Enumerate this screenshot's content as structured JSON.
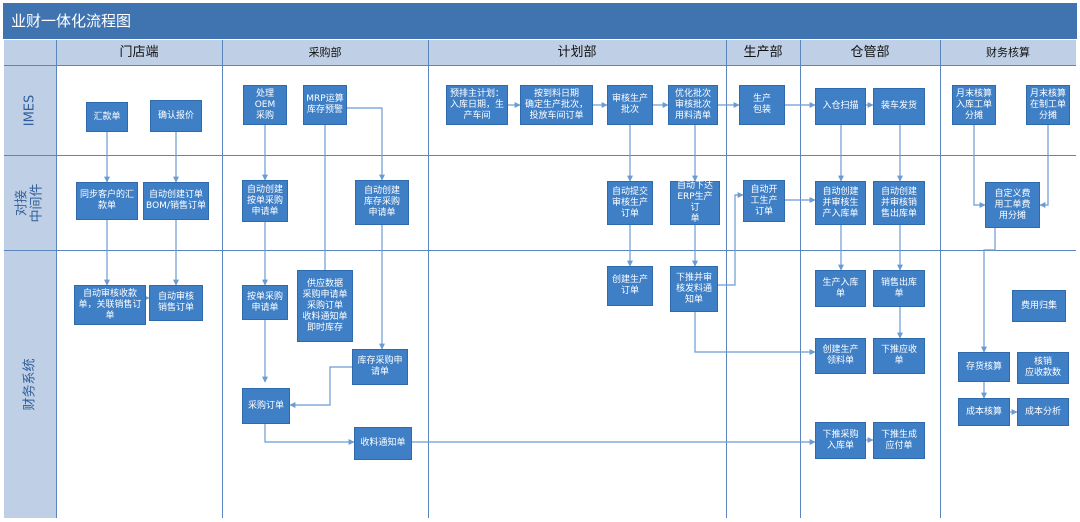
{
  "title": "业财一体化流程图",
  "columns": {
    "store": "门店端",
    "purchase": "采购部",
    "plan": "计划部",
    "production": "生产部",
    "warehouse": "仓管部",
    "finance": "财务核算"
  },
  "rows": {
    "imes": "IMES",
    "middleware": "对接\n中间件",
    "finance_system": "财务系统"
  },
  "nodes": {
    "huikuan": "汇款单",
    "quoting": "确认报价",
    "sync_remit": "同步客户的汇款单",
    "auto_create_order": "自动创建订单\nBOM/销售订单",
    "auto_audit_receipt": "自动审核收款单，关联销售订单",
    "auto_audit_sales": "自动审核\n销售订单",
    "oem": "处理OEM\n采购",
    "mrp": "MRP运算\n库存预警",
    "auto_req_order": "自动创建\n按单采购\n申请单",
    "auto_req_stock": "自动创建\n库存采购\n申请单",
    "by_order_req": "按单采购\n申请单",
    "supply_data": "供应数据\n采购申请单\n采购订单\n收料通知单\n即时库存",
    "stock_req": "库存采购申\n请单",
    "purchase_order": "采购订单",
    "receive_notice": "收料通知单",
    "master_plan": "预排主计划：\n入库日期，生\n产车间",
    "by_date": "按到料日期\n确定生产批次，\n投放车间订单",
    "audit_batch": "审核生产\n批次",
    "optimize": "优化批次\n审核批次\n用料清单",
    "auto_submit": "自动提交\n审核生产\n订单",
    "auto_dispatch": "自动下达\nERP生产订\n单",
    "create_prod_order": "创建生产\n订单",
    "push_issue": "下推并审\n核发料通\n知单",
    "prod_pack": "生产\n包装",
    "auto_open": "自动开\n工生产\n订单",
    "in_scan": "入仓扫描",
    "ship": "装车发货",
    "auto_prod_in": "自动创建\n并审核生\n产入库单",
    "auto_sales_out": "自动创建\n并审核销\n售出库单",
    "prod_in": "生产入库\n单",
    "sales_out": "销售出库\n单",
    "create_pick": "创建生产\n领料单",
    "push_receivable": "下推应收\n单",
    "push_purchase_in": "下推采购\n入库单",
    "push_payable": "下推生成\n应付单",
    "month_in": "月末核算\n入库工单\n分摊",
    "month_wip": "月末核算\n在制工单\n分摊",
    "custom_fee": "自定义费\n用工单费\n用分摊",
    "fee_collect": "费用归集",
    "inventory_acc": "存货核算",
    "verify_ar": "核销\n应收款数",
    "cost_acc": "成本核算",
    "cost_analysis": "成本分析"
  }
}
